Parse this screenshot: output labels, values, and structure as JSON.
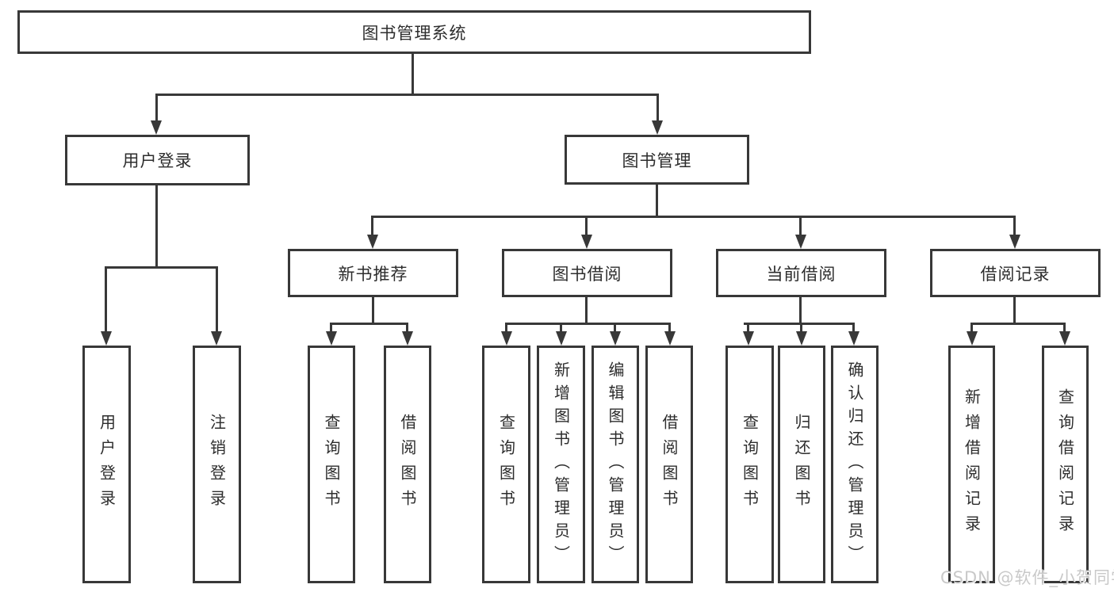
{
  "diagram": {
    "type": "hierarchy-tree",
    "tree": {
      "label": "图书管理系统",
      "children": [
        {
          "label": "用户登录",
          "children": [
            {
              "label": "用户登录"
            },
            {
              "label": "注销登录"
            }
          ]
        },
        {
          "label": "图书管理",
          "children": [
            {
              "label": "新书推荐",
              "children": [
                {
                  "label": "查询图书"
                },
                {
                  "label": "借阅图书"
                }
              ]
            },
            {
              "label": "图书借阅",
              "children": [
                {
                  "label": "查询图书"
                },
                {
                  "label": "新增图书（管理员）"
                },
                {
                  "label": "编辑图书（管理员）"
                },
                {
                  "label": "借阅图书"
                }
              ]
            },
            {
              "label": "当前借阅",
              "children": [
                {
                  "label": "查询图书"
                },
                {
                  "label": "归还图书"
                },
                {
                  "label": "确认归还（管理员）"
                }
              ]
            },
            {
              "label": "借阅记录",
              "children": [
                {
                  "label": "新增借阅记录"
                },
                {
                  "label": "查询借阅记录"
                }
              ]
            }
          ]
        }
      ]
    },
    "colors": {
      "line": "#383838",
      "box_border": "#383838",
      "box_fill": "#ffffff",
      "text": "#2d2d2d",
      "watermark": "#c9c9c9",
      "background": "#ffffff"
    }
  },
  "watermark": {
    "text": "CSDN @软件_小贺同学"
  }
}
